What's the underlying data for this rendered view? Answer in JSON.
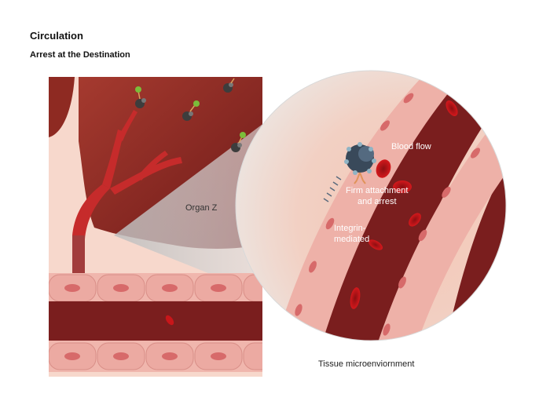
{
  "header": {
    "title": "Circulation",
    "subtitle": "Arrest at the Destination"
  },
  "labels": {
    "organ": "Organ Z",
    "blood_flow": "Blood flow",
    "firm_attachment_line1": "Firm attachment",
    "firm_attachment_line2": "and arrest",
    "integrin_line1": "Integrin-",
    "integrin_line2": "mediated",
    "tissue": "Tissue microenviornment"
  },
  "colors": {
    "organ": "#8e2a22",
    "vessel_lumen": "#7a1e1e",
    "vessel_wall": "#e8a7a0",
    "cell_nucleus": "#d76a6a",
    "red_blood_cell": "#c8161a",
    "tissue_background": "#f7d8cc"
  },
  "icons": {
    "tumor_cell": "tumor-cell-cluster-icon",
    "red_blood_cell": "red-blood-cell-icon"
  }
}
